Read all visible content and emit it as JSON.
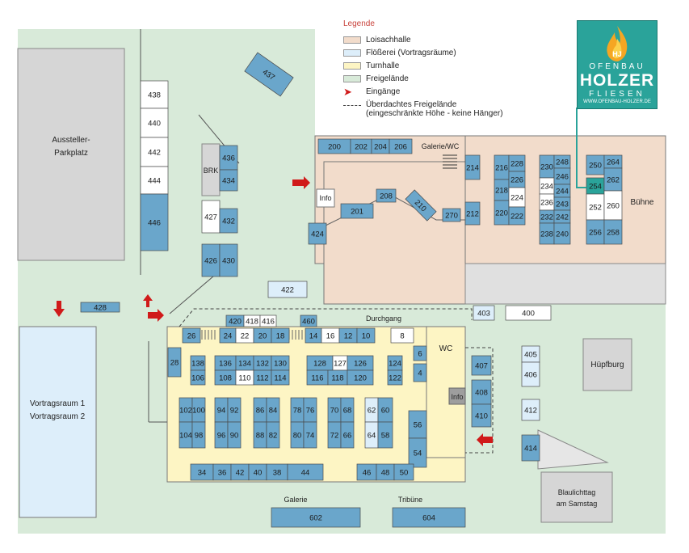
{
  "legend": {
    "title": "Legende",
    "items": [
      {
        "label": "Loisachhalle",
        "color": "#f2dccb"
      },
      {
        "label": "Flößerei (Vortragsräume)",
        "color": "#ddeefa"
      },
      {
        "label": "Turnhalle",
        "color": "#fdf5c4"
      },
      {
        "label": "Freigelände",
        "color": "#d8ead9"
      }
    ],
    "entrances": "Eingänge",
    "covered_line1": "Überdachtes Freigelände",
    "covered_line2": "(eingeschränkte Höhe - keine Hänger)"
  },
  "logo": {
    "monogram": "HJ",
    "line1": "OFENBAU",
    "line2": "HOLZER",
    "line3": "FLIESEN",
    "url": "WWW.OFENBAU-HOLZER.DE"
  },
  "areas": {
    "parking_line1": "Aussteller-",
    "parking_line2": "Parkplatz",
    "lecture_line1": "Vortragsraum 1",
    "lecture_line2": "Vortragsraum 2",
    "hupfburg": "Hüpfburg",
    "blaulicht_line1": "Blaulichttag",
    "blaulicht_line2": "am Samstag",
    "durchgang": "Durchgang",
    "galerie_wc": "Galerie/WC",
    "buhne": "Bühne",
    "wc": "WC",
    "info": "Info",
    "brk": "BRK",
    "galerie": "Galerie",
    "tribune": "Tribüne"
  },
  "colors": {
    "booth": "#6aa6cb",
    "booth_free": "#ffffff",
    "booth_highlight": "#2aa39a",
    "booth_light": "#ddeefa",
    "hall": "#f2dccb",
    "gym": "#fdf5c4",
    "outdoor": "#d8ead9",
    "lecture": "#ddeefa",
    "parking": "#d6d6d6",
    "entrance_arrow": "#d01a1a"
  },
  "booths": {
    "b200": "200",
    "b202": "202",
    "b204": "204",
    "b206": "206",
    "b201": "201",
    "b208": "208",
    "b210": "210",
    "b270": "270",
    "b424": "424",
    "b214": "214",
    "b212": "212",
    "b216": "216",
    "b218": "218",
    "b220": "220",
    "b228": "228",
    "b226": "226",
    "b224": "224",
    "b222": "222",
    "b230": "230",
    "b234": "234",
    "b236": "236",
    "b232": "232",
    "b238": "238",
    "b248": "248",
    "b246": "246",
    "b244": "244",
    "b243": "243",
    "b242": "242",
    "b240": "240",
    "b250": "250",
    "b264": "264",
    "b254": "254",
    "b262": "262",
    "b252": "252",
    "b260": "260",
    "b256": "256",
    "b258": "258",
    "b437": "437",
    "b438": "438",
    "b440": "440",
    "b442": "442",
    "b444": "444",
    "b446": "446",
    "b436": "436",
    "b434": "434",
    "b427": "427",
    "b432": "432",
    "b426": "426",
    "b430": "430",
    "b422": "422",
    "b428": "428",
    "b403": "403",
    "b400": "400",
    "b420": "420",
    "b418": "418",
    "b416": "416",
    "b460": "460",
    "b26": "26",
    "b24": "24",
    "b22": "22",
    "b20": "20",
    "b18": "18",
    "b14": "14",
    "b16": "16",
    "b12": "12",
    "b10": "10",
    "b8": "8",
    "b28": "28",
    "b138": "138",
    "b106": "106",
    "b136": "136",
    "b134": "134",
    "b132": "132",
    "b130": "130",
    "b108": "108",
    "b110": "110",
    "b112": "112",
    "b114": "114",
    "b128": "128",
    "b127": "127",
    "b126": "126",
    "b116": "116",
    "b118": "118",
    "b120": "120",
    "b124": "124",
    "b122": "122",
    "b6": "6",
    "b4": "4",
    "b102": "102",
    "b100": "100",
    "b104": "104",
    "b98": "98",
    "b94": "94",
    "b92": "92",
    "b96": "96",
    "b90": "90",
    "b86": "86",
    "b84": "84",
    "b88": "88",
    "b82": "82",
    "b78": "78",
    "b76": "76",
    "b80": "80",
    "b74": "74",
    "b70": "70",
    "b68": "68",
    "b72": "72",
    "b66": "66",
    "b62": "62",
    "b60": "60",
    "b64": "64",
    "b58": "58",
    "b56": "56",
    "b54": "54",
    "b34": "34",
    "b36": "36",
    "b42": "42",
    "b40": "40",
    "b38": "38",
    "b44": "44",
    "b46": "46",
    "b48": "48",
    "b50": "50",
    "b407": "407",
    "b408": "408",
    "b410": "410",
    "b405": "405",
    "b406": "406",
    "b412": "412",
    "b414": "414",
    "b602": "602",
    "b604": "604"
  }
}
